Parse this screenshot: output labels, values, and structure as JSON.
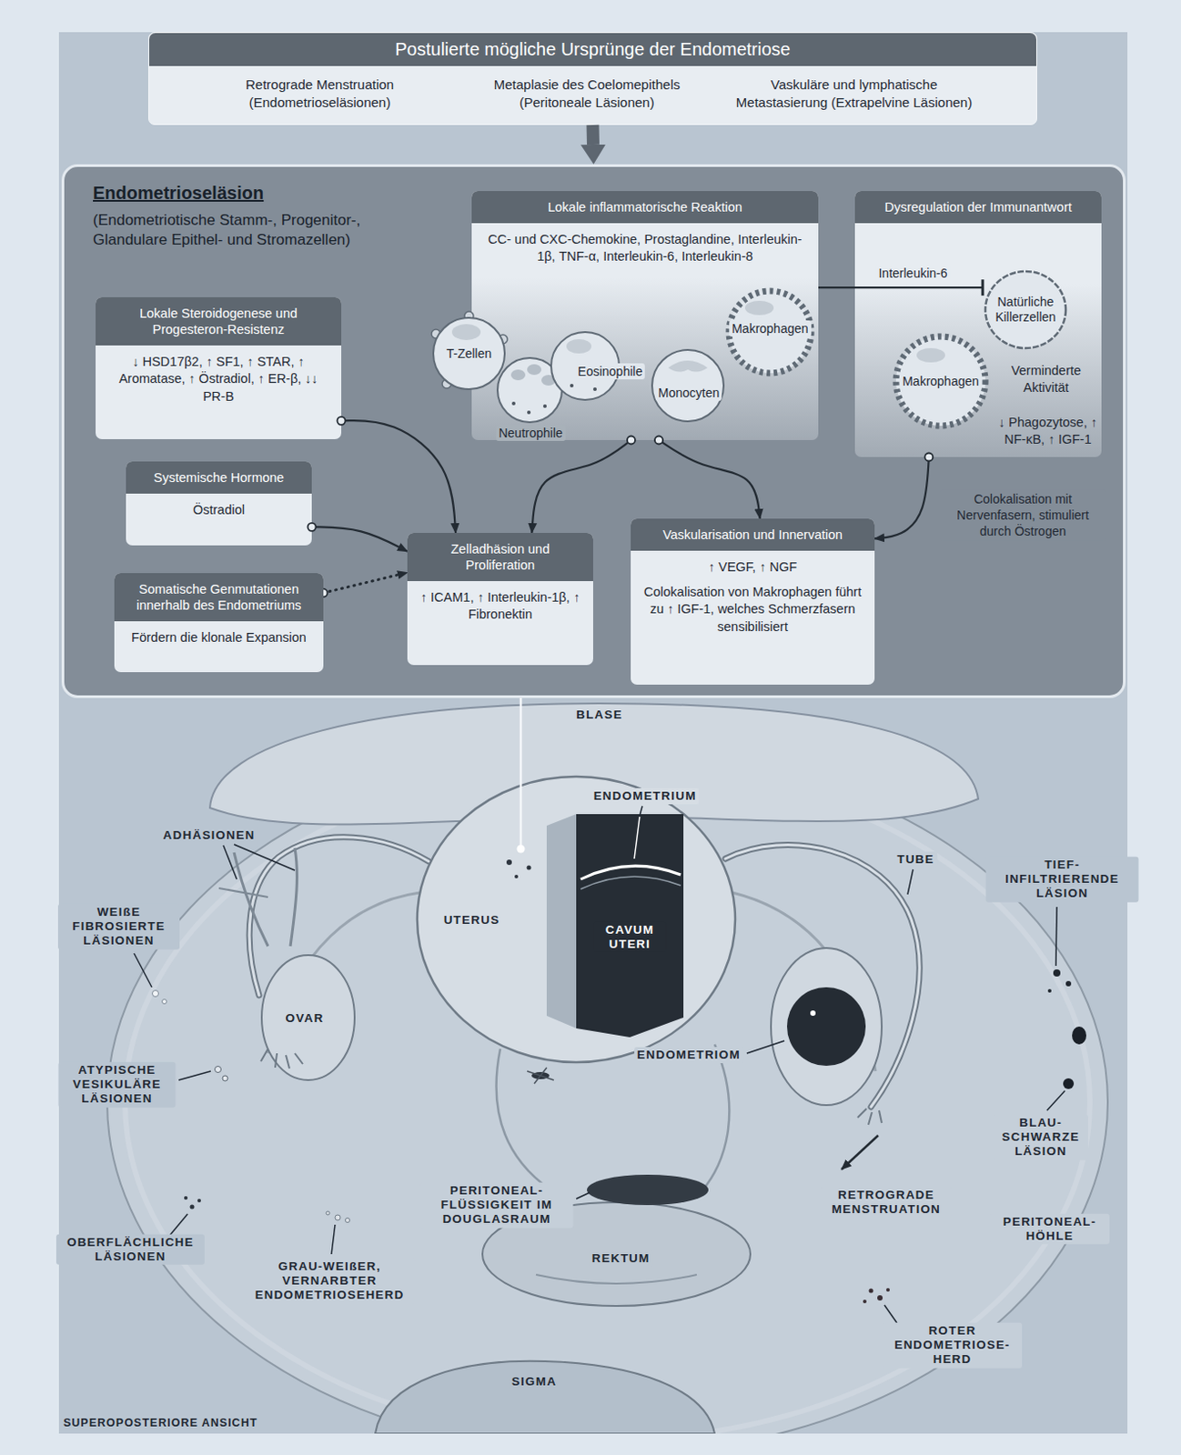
{
  "diagram": {
    "nodes": [
      {
        "text": [
          "Postulierte mögliche Ursprünge der Endometriose",
          "Retrograde Menstruation (Endometrioseläsionen)",
          "Metaplasie des Coelomepithels (Peritoneale Läsionen)",
          "Vaskuläre und lymphatische Metastasierung (Extrapelvine Läsionen)"
        ]
      },
      {
        "text": [
          "Endometrioseläsion",
          "(Endometriotische Stamm-, Progenitor-, Glandulare Epithel- und Stromazellen)"
        ]
      },
      {
        "text": [
          "Lokale inflammatorische Reaktion",
          "CC- und CXC-Chemokine, Prostaglandine, Interleukin-1β, TNF-α, Interleukin-6, Interleukin-8"
        ],
        "in": 1
      },
      {
        "text": [
          "Dysregulation der Immunantwort",
          "Verminderte Aktivität",
          "↓ Phagozytose, ↑ NF-κB, ↑ IGF-1"
        ],
        "in": 1
      },
      {
        "text": [
          "Natürliche Killerzellen"
        ],
        "in": 3
      },
      {
        "text": [
          "Lokale Steroidogenese und Progesteron-Resistenz",
          "↓ HSD17β2, ↑ SF1, ↑ STAR, ↑ Aromatase, ↑ Östradiol, ↑ ER-β, ↓↓ PR-B"
        ],
        "in": 1
      },
      {
        "text": [
          "Systemische Hormone",
          "Östradiol"
        ],
        "in": 1
      },
      {
        "text": [
          "Somatische Genmutationen innerhalb des Endometriums",
          "Fördern die klonale Expansion"
        ],
        "in": 1
      },
      {
        "text": [
          "Zelladhäsion und Proliferation",
          "↑ ICAM1, ↑ Interleukin-1β, ↑ Fibronektin"
        ],
        "in": 1
      },
      {
        "text": [
          "Vaskularisation und Innervation",
          "↑ VEGF, ↑ NGF",
          "Colokalisation von Makrophagen führt zu ↑ IGF-1, welches Schmerzfasern sensibilisiert"
        ],
        "in": 1
      }
    ],
    "edges": [
      {
        "from": 0,
        "to": 1,
        "arrow": "to"
      },
      {
        "from": 2,
        "to": 4,
        "label": "Interleukin-6",
        "arrow": "to"
      },
      {
        "from": 5,
        "to": 8,
        "arrow": "to"
      },
      {
        "from": 6,
        "to": 8,
        "arrow": "to"
      },
      {
        "from": 7,
        "to": 8,
        "arrow": "to"
      },
      {
        "from": 2,
        "to": 8,
        "arrow": "to"
      },
      {
        "from": 2,
        "to": 9,
        "arrow": "to"
      },
      {
        "from": 3,
        "to": 9,
        "label": "Colokalisation mit Nervenfasern, stimuliert durch Östrogen",
        "arrow": "to"
      }
    ],
    "labels": [
      "T-Zellen",
      "Eosinophile",
      "Neutrophile",
      "Monocyten",
      "Makrophagen",
      "Makrophagen",
      "BLASE",
      "ENDOMETRIUM",
      "ADHÄSIONEN",
      "TUBE",
      "TIEF-INFILTRIERENDE LÄSION",
      "WEIßE FIBROSIERTE LÄSIONEN",
      "UTERUS",
      "CAVUM UTERI",
      "OVAR",
      "ATYPISCHE VESIKULÄRE LÄSIONEN",
      "ENDOMETRIOM",
      "BLAU-SCHWARZE LÄSION",
      "RETROGRADE MENSTRUATION",
      "PERITONEAL-FLÜSSIGKEIT IM DOUGLASRAUM",
      "PERITONEAL-HÖHLE",
      "OBERFLÄCHLICHE LÄSIONEN",
      "GRAU-WEIßER, VERNARBTER ENDOMETRIOSEHERD",
      "REKTUM",
      "ROTER ENDOMETRIOSE-HERD",
      "SIGMA",
      "SUPEROPOSTERIORE ANSICHT"
    ]
  }
}
